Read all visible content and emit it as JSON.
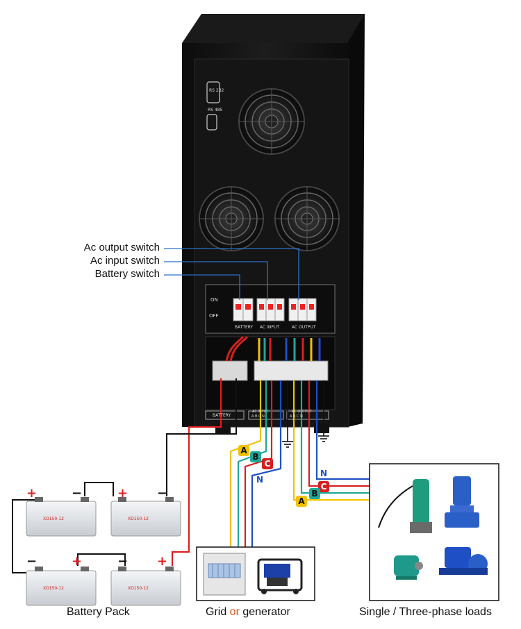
{
  "callouts": {
    "ac_output_switch": "Ac output switch",
    "ac_input_switch": "Ac input switch",
    "battery_switch": "Battery switch"
  },
  "panel": {
    "rs232": "RS 232",
    "rs485": "RS 485",
    "on": "ON",
    "off": "OFF",
    "battery": "BATTERY",
    "ac_input": "AC INPUT",
    "ac_output": "AC OUTPUT",
    "terminal_battery": "BATTERY",
    "terminal_ac_input": "AC INPUT",
    "terminal_ac_output": "AC OUTPUT",
    "terminal_ac_input_phases": "A  B  C  N",
    "terminal_ac_output_phases": "A  B  C  N"
  },
  "wire_tags": {
    "input": [
      "A",
      "B",
      "C",
      "N"
    ],
    "output": [
      "N",
      "C",
      "B",
      "A"
    ]
  },
  "battery_label": "XD150-12",
  "battery_polarity": {
    "plus": "+",
    "minus": "−"
  },
  "captions": {
    "battery_pack": "Battery Pack",
    "grid_part1": "Grid ",
    "grid_or": "or",
    "grid_part2": " generator",
    "loads": "Single / Three-phase loads"
  },
  "colors": {
    "phase_a": "#f2c200",
    "phase_b": "#1fa89a",
    "phase_c": "#d62020",
    "neutral": "#1f4fc4",
    "positive": "#e01e1e",
    "negative": "#111111",
    "cabinet": "#121212",
    "or_accent": "#e05010"
  }
}
